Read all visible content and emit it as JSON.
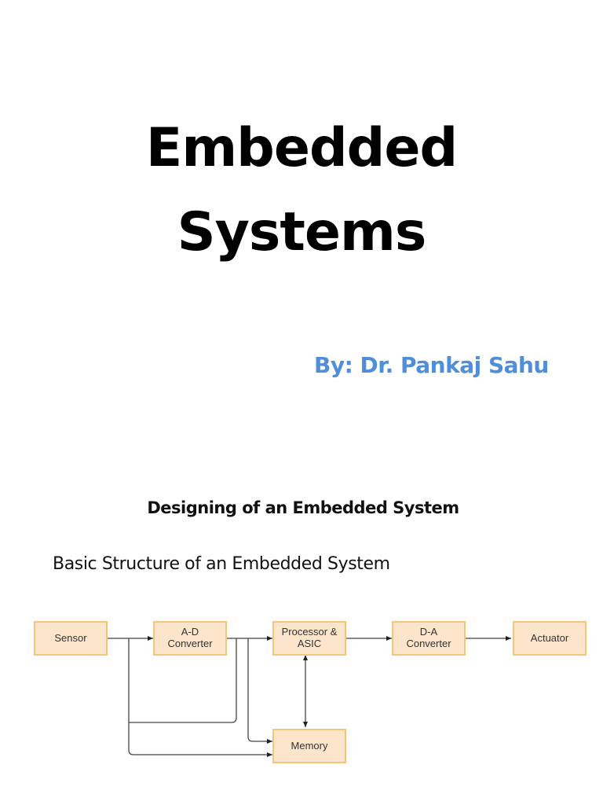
{
  "title": {
    "line1": "Embedded",
    "line2": "Systems"
  },
  "author": "By: Dr. Pankaj Sahu",
  "section_heading": "Designing of an Embedded System",
  "subheading": "Basic Structure of an Embedded System",
  "diagram": {
    "box_fill": "#fde5cc",
    "box_border": "#f2c779",
    "nodes": {
      "sensor": "Sensor",
      "ad_line1": "A-D",
      "ad_line2": "Converter",
      "proc_line1": "Processor &",
      "proc_line2": "ASIC",
      "da_line1": "D-A",
      "da_line2": "Converter",
      "actuator": "Actuator",
      "memory": "Memory"
    }
  },
  "colors": {
    "author": "#4f8fd9",
    "text": "#000000"
  }
}
